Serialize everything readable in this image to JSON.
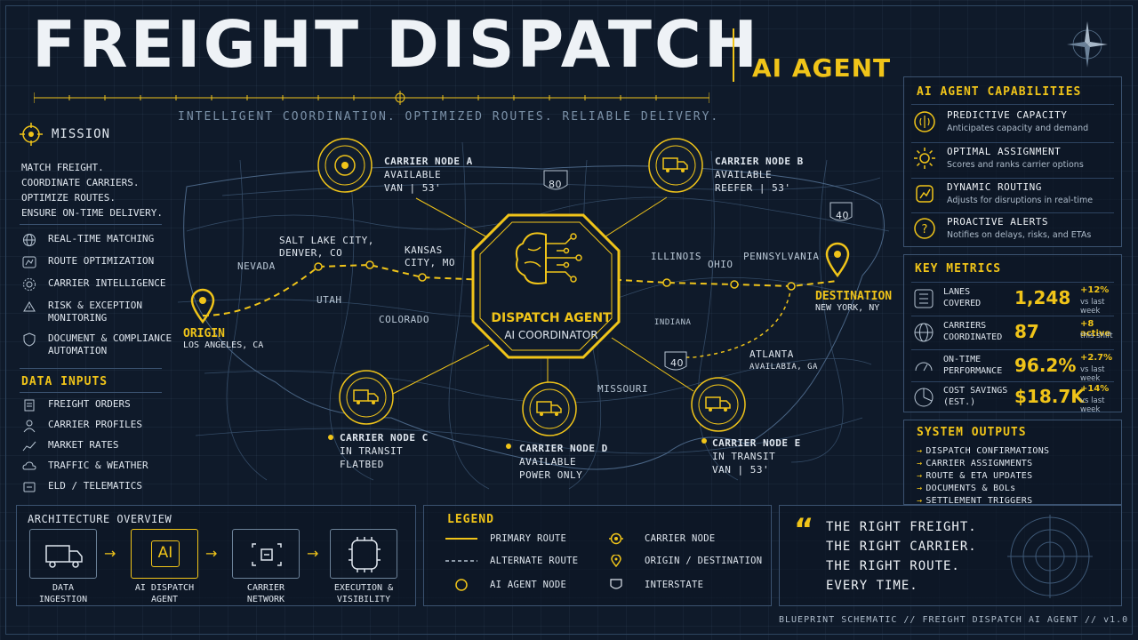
{
  "header": {
    "title": "FREIGHT DISPATCH",
    "subtitle": "AI AGENT",
    "tagline": "INTELLIGENT COORDINATION.  OPTIMIZED ROUTES.  RELIABLE DELIVERY."
  },
  "mission": {
    "heading": "MISSION",
    "lines": [
      "MATCH FREIGHT.",
      "COORDINATE CARRIERS.",
      "OPTIMIZE ROUTES.",
      "ENSURE ON-TIME DELIVERY."
    ],
    "capabilities": [
      {
        "label": "REAL-TIME MATCHING",
        "icon": "globe-icon"
      },
      {
        "label": "ROUTE OPTIMIZATION",
        "icon": "route-icon"
      },
      {
        "label": "CARRIER INTELLIGENCE",
        "icon": "gear-icon"
      },
      {
        "label": "RISK & EXCEPTION",
        "label2": "MONITORING",
        "icon": "risk-icon"
      },
      {
        "label": "DOCUMENT & COMPLIANCE",
        "label2": "AUTOMATION",
        "icon": "shield-icon"
      }
    ]
  },
  "data_inputs": {
    "heading": "DATA INPUTS",
    "items": [
      {
        "label": "FREIGHT ORDERS",
        "icon": "orders-icon"
      },
      {
        "label": "CARRIER PROFILES",
        "icon": "profiles-icon"
      },
      {
        "label": "MARKET RATES",
        "icon": "rates-icon"
      },
      {
        "label": "TRAFFIC & WEATHER",
        "icon": "weather-icon"
      },
      {
        "label": "ELD / TELEMATICS",
        "icon": "eld-icon"
      }
    ]
  },
  "map": {
    "states": [
      "NEVADA",
      "UTAH",
      "COLORADO",
      "MISSOURI",
      "ILLINOIS",
      "OHIO",
      "PENNSYLVANIA",
      "INDIANA"
    ],
    "cities": [
      {
        "line1": "SALT LAKE CITY,",
        "line2": "DENVER, CO"
      },
      {
        "line1": "KANSAS",
        "line2": "CITY, MO"
      },
      {
        "line1": "ATLANTA",
        "line2": "AVAILABIA, GA"
      }
    ],
    "interstates": [
      "80",
      "40",
      "40"
    ],
    "origin": {
      "title": "ORIGIN",
      "place": "LOS ANGELES, CA"
    },
    "destination": {
      "title": "DESTINATION",
      "place": "NEW YORK, NY"
    },
    "agent": {
      "title": "DISPATCH AGENT",
      "subtitle": "AI COORDINATOR"
    },
    "nodes": [
      {
        "name": "CARRIER NODE A",
        "status": "AVAILABLE",
        "equip": "VAN | 53'"
      },
      {
        "name": "CARRIER NODE B",
        "status": "AVAILABLE",
        "equip": "REEFER | 53'"
      },
      {
        "name": "CARRIER NODE C",
        "status": "IN TRANSIT",
        "equip": "FLATBED"
      },
      {
        "name": "CARRIER NODE D",
        "status": "AVAILABLE",
        "equip": "POWER ONLY"
      },
      {
        "name": "CARRIER NODE E",
        "status": "IN TRANSIT",
        "equip": "VAN | 53'"
      }
    ]
  },
  "ai_capabilities": {
    "heading": "AI AGENT CAPABILITIES",
    "items": [
      {
        "title": "PREDICTIVE CAPACITY",
        "desc": "Anticipates capacity and demand",
        "icon": "brain-icon"
      },
      {
        "title": "OPTIMAL ASSIGNMENT",
        "desc": "Scores and ranks carrier options",
        "icon": "sun-icon"
      },
      {
        "title": "DYNAMIC ROUTING",
        "desc": "Adjusts for disruptions in real-time",
        "icon": "routing-icon"
      },
      {
        "title": "PROACTIVE ALERTS",
        "desc": "Notifies on delays, risks, and ETAs",
        "icon": "alert-icon"
      }
    ]
  },
  "key_metrics": {
    "heading": "KEY METRICS",
    "items": [
      {
        "label1": "LANES",
        "label2": "COVERED",
        "value": "1,248",
        "delta": "+12%",
        "sub": "vs last week",
        "icon": "lanes-icon"
      },
      {
        "label1": "CARRIERS",
        "label2": "COORDINATED",
        "value": "87",
        "delta": "+8 active",
        "sub": "this shift",
        "icon": "globe-icon"
      },
      {
        "label1": "ON-TIME",
        "label2": "PERFORMANCE",
        "value": "96.2%",
        "delta": "+2.7%",
        "sub": "vs last week",
        "icon": "gauge-icon"
      },
      {
        "label1": "COST SAVINGS",
        "label2": "(EST.)",
        "value": "$18.7K",
        "delta": "+14%",
        "sub": "vs last week",
        "icon": "pie-icon"
      }
    ]
  },
  "system_outputs": {
    "heading": "SYSTEM OUTPUTS",
    "items": [
      "DISPATCH CONFIRMATIONS",
      "CARRIER ASSIGNMENTS",
      "ROUTE & ETA UPDATES",
      "DOCUMENTS & BOLs",
      "SETTLEMENT TRIGGERS"
    ]
  },
  "architecture": {
    "heading": "ARCHITECTURE OVERVIEW",
    "steps": [
      {
        "line1": "DATA",
        "line2": "INGESTION",
        "icon": "truck-icon"
      },
      {
        "line1": "AI DISPATCH",
        "line2": "AGENT",
        "icon": "ai-icon",
        "badge": "AI"
      },
      {
        "line1": "CARRIER",
        "line2": "NETWORK",
        "icon": "network-icon"
      },
      {
        "line1": "EXECUTION &",
        "line2": "VISIBILITY",
        "icon": "chip-icon"
      }
    ]
  },
  "legend": {
    "heading": "LEGEND",
    "items": [
      "PRIMARY ROUTE",
      "ALTERNATE ROUTE",
      "AI AGENT NODE",
      "CARRIER NODE",
      "ORIGIN / DESTINATION",
      "INTERSTATE"
    ]
  },
  "quote": {
    "mark": "“",
    "lines": [
      "THE RIGHT FREIGHT.",
      "THE RIGHT CARRIER.",
      "THE RIGHT ROUTE.",
      "EVERY TIME."
    ]
  },
  "footer": "BLUEPRINT SCHEMATIC  //  FREIGHT DISPATCH AI AGENT  //  v1.0",
  "colors": {
    "accent": "#f0c419",
    "background": "#0f1a2a",
    "line": "#3b5270"
  }
}
